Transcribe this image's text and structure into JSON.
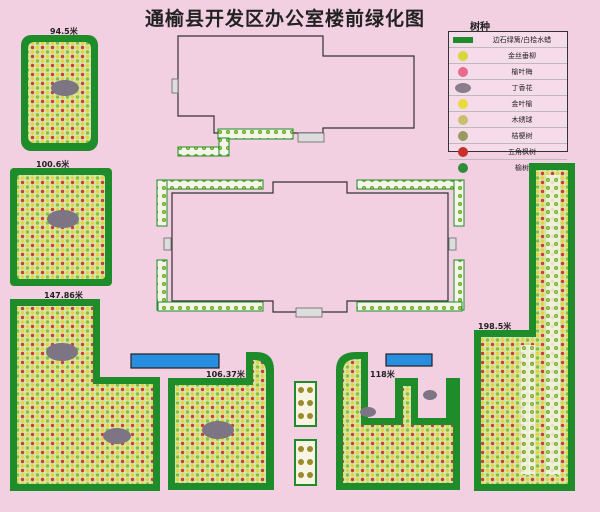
{
  "title": "通榆县开发区办公室楼前绿化图",
  "legend": {
    "heading": "树种",
    "items": [
      {
        "label": "边石绿篱/白桧水蜡",
        "icon": "hedge-border-icon",
        "color": "#1e8c2a"
      },
      {
        "label": "金丝垂柳",
        "icon": "golden-weeping-willow-icon",
        "color": "#d8d63a"
      },
      {
        "label": "榆叶梅",
        "icon": "flowering-plum-icon",
        "color": "#e86a8c"
      },
      {
        "label": "丁香花",
        "icon": "lilac-icon",
        "color": "#8a7e8c"
      },
      {
        "label": "金叶榆",
        "icon": "golden-elm-icon",
        "color": "#e8dc3a"
      },
      {
        "label": "木绣球",
        "icon": "snowball-shrub-icon",
        "color": "#c8c070"
      },
      {
        "label": "桔梗树",
        "icon": "balloon-flower-tree-icon",
        "color": "#9a9a60"
      },
      {
        "label": "五角枫树",
        "icon": "maple-tree-icon",
        "color": "#c8302a"
      },
      {
        "label": "榆树",
        "icon": "elm-tree-icon",
        "color": "#2e8c3a"
      }
    ]
  },
  "plots": [
    {
      "label": "94.5米"
    },
    {
      "label": "100.6米"
    },
    {
      "label": "147.86米"
    },
    {
      "label": "106.37米"
    },
    {
      "label": "118米"
    },
    {
      "label": "198.5米"
    }
  ],
  "colors": {
    "background": "#f2cfe1",
    "hedge": "#1e8c2a",
    "lawn": "#cfe4a6",
    "pool": "#2a8ee0",
    "building_line": "#333333"
  }
}
